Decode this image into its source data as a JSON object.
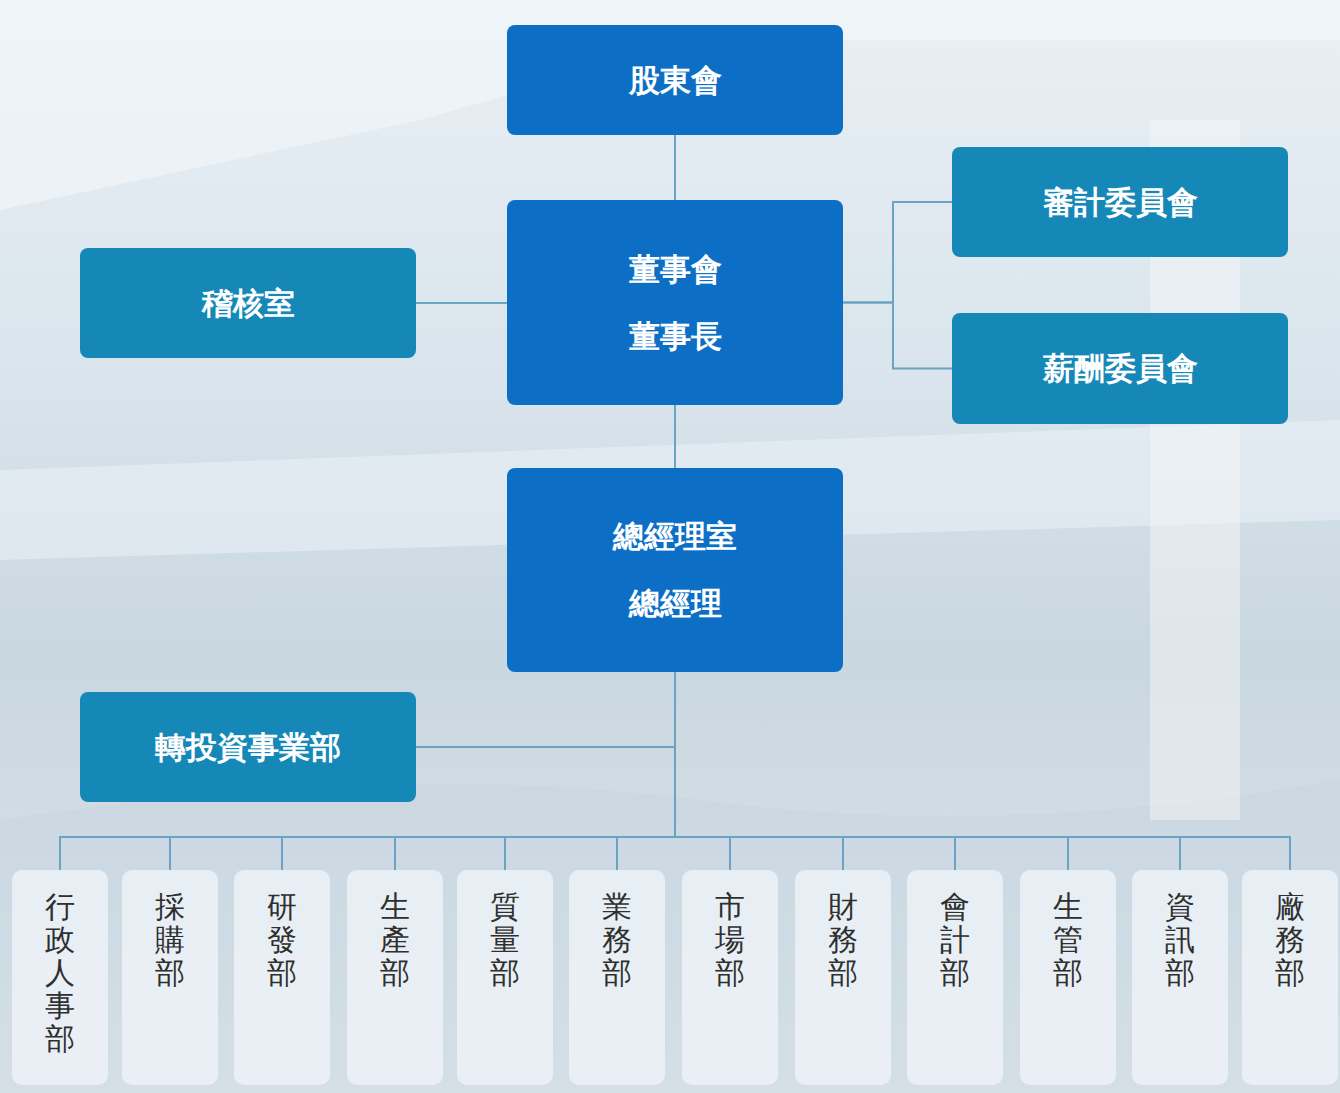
{
  "diagram": {
    "nodes": [
      {
        "text": [
          "股東會"
        ]
      },
      {
        "text": [
          "稽核室"
        ]
      },
      {
        "text": [
          "董事會",
          "董事長"
        ]
      },
      {
        "text": [
          "審計委員會"
        ]
      },
      {
        "text": [
          "薪酬委員會"
        ]
      },
      {
        "text": [
          "總經理室",
          "總經理"
        ]
      },
      {
        "text": [
          "轉投資事業部"
        ]
      },
      {
        "text": [
          "行政人事部"
        ]
      },
      {
        "text": [
          "採購部"
        ]
      },
      {
        "text": [
          "研發部"
        ]
      },
      {
        "text": [
          "生產部"
        ]
      },
      {
        "text": [
          "質量部"
        ]
      },
      {
        "text": [
          "業務部"
        ]
      },
      {
        "text": [
          "市場部"
        ]
      },
      {
        "text": [
          "財務部"
        ]
      },
      {
        "text": [
          "會計部"
        ]
      },
      {
        "text": [
          "生管部"
        ]
      },
      {
        "text": [
          "資訊部"
        ]
      },
      {
        "text": [
          "廠務部"
        ]
      }
    ],
    "edges": [
      {
        "from": 0,
        "to": 2,
        "arrow": "none"
      },
      {
        "from": 2,
        "to": 1,
        "arrow": "none"
      },
      {
        "from": 2,
        "to": 3,
        "arrow": "none"
      },
      {
        "from": 2,
        "to": 4,
        "arrow": "none"
      },
      {
        "from": 2,
        "to": 5,
        "arrow": "none"
      },
      {
        "from": 5,
        "to": 6,
        "arrow": "none"
      },
      {
        "from": 5,
        "to": 7,
        "arrow": "none"
      },
      {
        "from": 5,
        "to": 8,
        "arrow": "none"
      },
      {
        "from": 5,
        "to": 9,
        "arrow": "none"
      },
      {
        "from": 5,
        "to": 10,
        "arrow": "none"
      },
      {
        "from": 5,
        "to": 11,
        "arrow": "none"
      },
      {
        "from": 5,
        "to": 12,
        "arrow": "none"
      },
      {
        "from": 5,
        "to": 13,
        "arrow": "none"
      },
      {
        "from": 5,
        "to": 14,
        "arrow": "none"
      },
      {
        "from": 5,
        "to": 15,
        "arrow": "none"
      },
      {
        "from": 5,
        "to": 16,
        "arrow": "none"
      },
      {
        "from": 5,
        "to": 17,
        "arrow": "none"
      },
      {
        "from": 5,
        "to": 18,
        "arrow": "none"
      }
    ]
  }
}
